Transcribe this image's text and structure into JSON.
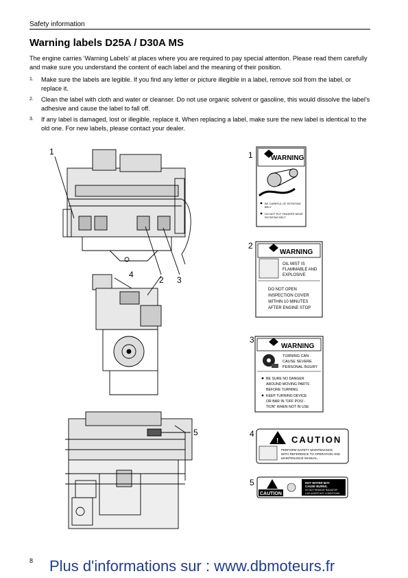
{
  "header": {
    "section": "Safety information"
  },
  "title": "Warning labels D25A / D30A MS",
  "intro": "The engine carries ‘Warning Labels’ at places where you are required to pay special attention. Please read them carefully and make sure you understand the content of each label and the meaning of their position.",
  "items": [
    {
      "num": "1.",
      "text": "Make sure the labels are legible. If you find any letter or picture illegible in a label, remove soil from the label, or replace it."
    },
    {
      "num": "2.",
      "text": "Clean the label with cloth and water or cleanser. Do not use organic solvent or gasoline, this would dissolve the label’s adhesive and cause the label to fall off."
    },
    {
      "num": "3.",
      "text": "If any label is damaged, lost or illegible, replace it. When replacing a label, make sure the new label is identical to the old one. For new labels, please contact your dealer."
    }
  ],
  "callouts": {
    "c1": "1",
    "c2": "2",
    "c3": "3",
    "c4": "4",
    "c5": "5"
  },
  "labels": {
    "l1": {
      "num": "1",
      "head": "WARNING",
      "line1": "BE CAREFUL OF ROTATING",
      "line1b": "BELT",
      "line2": "DO NOT PUT FINGERS NEAR",
      "line2b": "ROTATING BELT"
    },
    "l2": {
      "num": "2",
      "head": "WARNING",
      "a": "OIL  MIST  IS",
      "b": "FLAMMABLE  AND",
      "c": "EXPLOSIVE",
      "d": "DO NOT OPEN",
      "e": "INSPECTION  COVER",
      "f": "WITHIN  10  MINUTES",
      "g": "AFTER  ENGINE  STOP"
    },
    "l3": {
      "num": "3",
      "head": "WARNING",
      "a": "TURNING CAN",
      "b": "CAUSE SEVERE",
      "c": "PERSONAL INJURY",
      "d": "BE  SURE  NO  DANGER",
      "e": "AROUND  MOVING  PARTS",
      "f": "BEFORE  TURNING.",
      "g": "KEEP  TURNING  DEVICE",
      "h": "OR  BAR  IN  \"OFF  POSI -",
      "i": "TION\" WHEN NOT  IN  USE"
    },
    "l4": {
      "num": "4",
      "head": "CAUTION",
      "a": "PERFORM SAFETY MAINTENANCE",
      "b": "WITH REFERENCE  TO   OPERATION AND",
      "c": "MAINTENANCE MANUAL."
    },
    "l5": {
      "num": "5",
      "head": "CAUTION",
      "a": "HOT WATER MAY",
      "b": "CAUSE BURNS.",
      "c": "DO NOT REMOVE RADIATOR",
      "d": "CAP UNDER HOT CONDITIONS."
    }
  },
  "page_number": "8",
  "footer": "Plus d'informations sur : www.dbmoteurs.fr"
}
